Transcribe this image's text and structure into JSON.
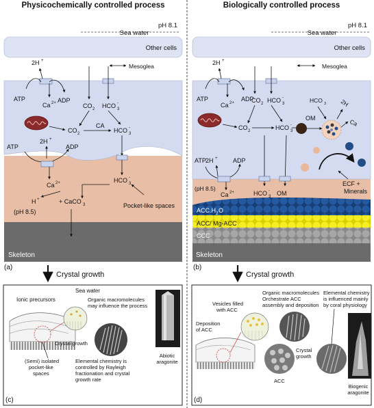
{
  "left": {
    "title": "Physicochemically controlled process",
    "ph_sea": "pH 8.1",
    "sea_water": "Sea water",
    "other_cells": "Other cells",
    "mesoglea": "Mesoglea",
    "h2": "2H",
    "plus": "+",
    "atp": "ATP",
    "adp": "ADP",
    "ca": "Ca",
    "two_plus": "2+",
    "co2": "CO",
    "sub2": "2",
    "hco3": "HCO",
    "sub3": "3",
    "minus": "-",
    "ca_label": "CA",
    "ph_ecf": "(pH 8.5)",
    "h": "H",
    "caco3": "+ CaCO",
    "pocket": "Pocket-like spaces",
    "skeleton": "Skeleton",
    "panel": "(a)"
  },
  "right": {
    "title": "Biologically controlled process",
    "ph_sea": "pH 8.1",
    "sea_water": "Sea water",
    "other_cells": "Other cells",
    "mesoglea": "Mesoglea",
    "om": "OM",
    "ca_small": "Ca",
    "ecf": "ECF +",
    "minerals": "Minerals",
    "ph_ecf": "(pH 8.5)",
    "acc_h2o": "ACC.H",
    "acc_h2o_end": "O",
    "acc_mg": "ACC/ Mg-ACC",
    "ccc": "CCC",
    "skeleton": "Skeleton",
    "panel": "(b)"
  },
  "crystal_growth": "Crystal growth",
  "c": {
    "sea_water": "Sea water",
    "ionic": "Ionic precursors",
    "organic1": "Organic macromolecules",
    "organic2": "may influence the process",
    "growth": "Crystal growth",
    "semi1": "(Semi) isolated",
    "semi2": "pocket-like",
    "semi3": "spaces",
    "elem1": "Elemental chemistry is",
    "elem2": "controlled by Rayleigh",
    "elem3": "fractionation and crystal",
    "elem4": "growth rate",
    "abiotic1": "Abiotic",
    "abiotic2": "aragonite",
    "panel": "(c)"
  },
  "d": {
    "organic1": "Organic macromolecules",
    "organic2": "Orchestrate ACC",
    "organic3": "assembly and deposition",
    "vesicles1": "Vesicles filled",
    "vesicles2": "with ACC",
    "depo1": "Deposition",
    "depo2": "of ACC",
    "elem1": "Elemental chemistry",
    "elem2": "is influenced mainly",
    "elem3": "by coral physiology",
    "growth1": "Crystal",
    "growth2": "growth",
    "acc": "ACC",
    "biogenic1": "Biogenic",
    "biogenic2": "aragonite",
    "panel": "(d)"
  },
  "colors": {
    "sea": "#dde3f3",
    "cell": "#d4dbf1",
    "ecf": "#e8bfa6",
    "skeleton": "#6b6b6b",
    "acc_blue": "#1e4e8c",
    "acc_yellow": "#f2ea1a",
    "ccc_grey": "#9b9b9b"
  }
}
